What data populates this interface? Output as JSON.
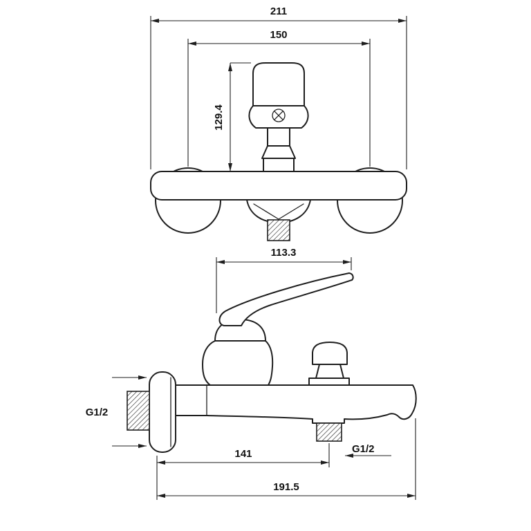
{
  "canvas": {
    "background": "#ffffff",
    "ink": "#1e1e1e"
  },
  "front_view": {
    "dim_overall_width": "211",
    "dim_hole_centers": "150",
    "dim_height": "129.4"
  },
  "side_view": {
    "dim_handle_reach": "113.3",
    "label_inlet_thread": "G1/2",
    "label_outlet_thread": "G1/2",
    "dim_outlet_reach": "141",
    "dim_overall_reach": "191.5"
  }
}
